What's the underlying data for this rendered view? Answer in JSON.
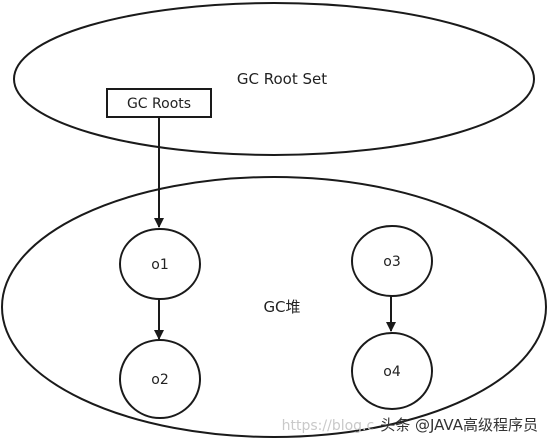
{
  "diagram": {
    "root_set_label": "GC Root Set",
    "roots_box_label": "GC Roots",
    "heap_label": "GC堆",
    "nodes": {
      "o1": "o1",
      "o2": "o2",
      "o3": "o3",
      "o4": "o4"
    },
    "edges": [
      {
        "from": "GC Roots",
        "to": "o1"
      },
      {
        "from": "o1",
        "to": "o2"
      },
      {
        "from": "o3",
        "to": "o4"
      }
    ]
  },
  "watermark": {
    "url": "https://blog.c",
    "brand": "头条 @JAVA高级程序员"
  }
}
